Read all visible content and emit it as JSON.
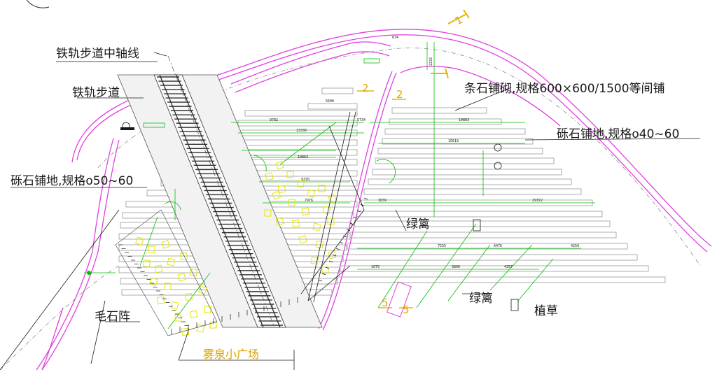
{
  "labels": {
    "rail_axis": "铁轨步道中轴线",
    "rail_path": "铁轨步道",
    "gravel_left": "砾石铺地,规格ο50~60",
    "stone_strips": "条石铺砌,规格600×600/1500等间铺",
    "gravel_right": "砾石铺地,规格ο40~60",
    "hedge_1": "绿篱",
    "hedge_2": "绿篱",
    "rubble_array": "毛石阵",
    "grass": "植草",
    "plaza": "雾泉小广场"
  },
  "section_marks": {
    "s1": "1",
    "s2a": "2",
    "s2b": "2",
    "s5a": "5",
    "s5b": "5"
  },
  "dimensions": {
    "d1": "674",
    "d2": "2232",
    "d3": "5600",
    "d4": "9782",
    "d5": "5734",
    "d6": "10883",
    "d7": "15619",
    "d8": "13330",
    "d9": "10863",
    "d10": "9370",
    "d11": "7976",
    "d12": "3839",
    "d13": "29372",
    "d14": "7555",
    "d15": "6476",
    "d16": "4259",
    "d17": "3896",
    "d18": "4357",
    "d19": "1079"
  },
  "colors": {
    "magenta": "#e040e0",
    "green": "#00c000",
    "yellow": "#e6e600",
    "black": "#1a1a1a",
    "gray": "#9a9a9a"
  }
}
